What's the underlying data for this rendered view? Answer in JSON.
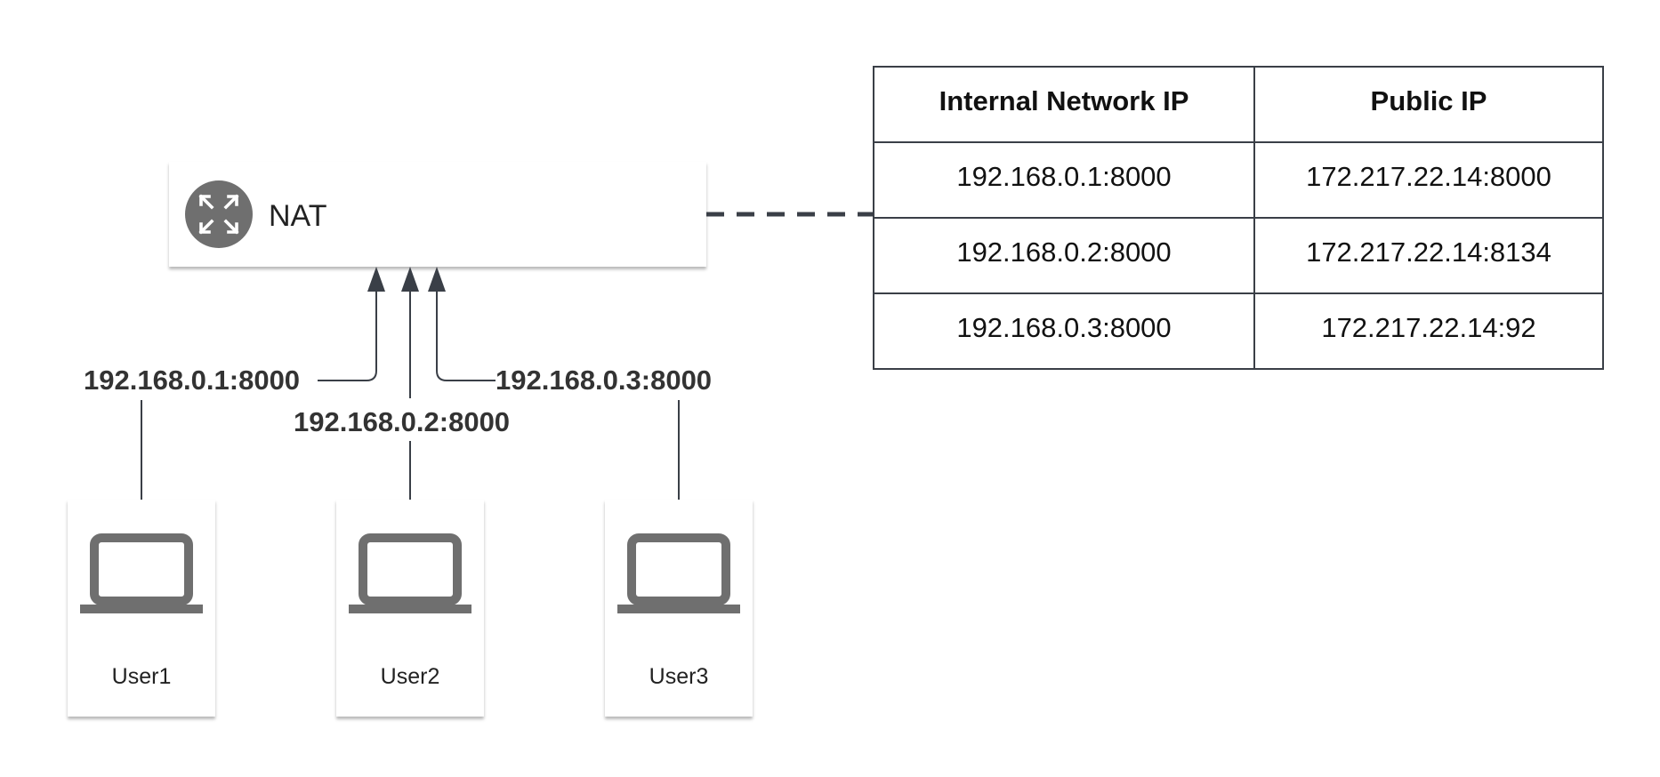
{
  "nat": {
    "label": "NAT",
    "icon": "router-arrows-icon"
  },
  "connections": [
    {
      "from": "User1",
      "label": "192.168.0.1:8000"
    },
    {
      "from": "User2",
      "label": "192.168.0.2:8000"
    },
    {
      "from": "User3",
      "label": "192.168.0.3:8000"
    }
  ],
  "users": [
    {
      "label": "User1",
      "icon": "laptop-icon"
    },
    {
      "label": "User2",
      "icon": "laptop-icon"
    },
    {
      "label": "User3",
      "icon": "laptop-icon"
    }
  ],
  "nat_table": {
    "headers": [
      "Internal Network IP",
      "Public IP"
    ],
    "rows": [
      [
        "192.168.0.1:8000",
        "172.217.22.14:8000"
      ],
      [
        "192.168.0.2:8000",
        "172.217.22.14:8134"
      ],
      [
        "192.168.0.3:8000",
        "172.217.22.14:92"
      ]
    ]
  },
  "colors": {
    "edge": "#3a3f47",
    "icon": "#6f6f6f",
    "table_border": "#3a3f47"
  }
}
